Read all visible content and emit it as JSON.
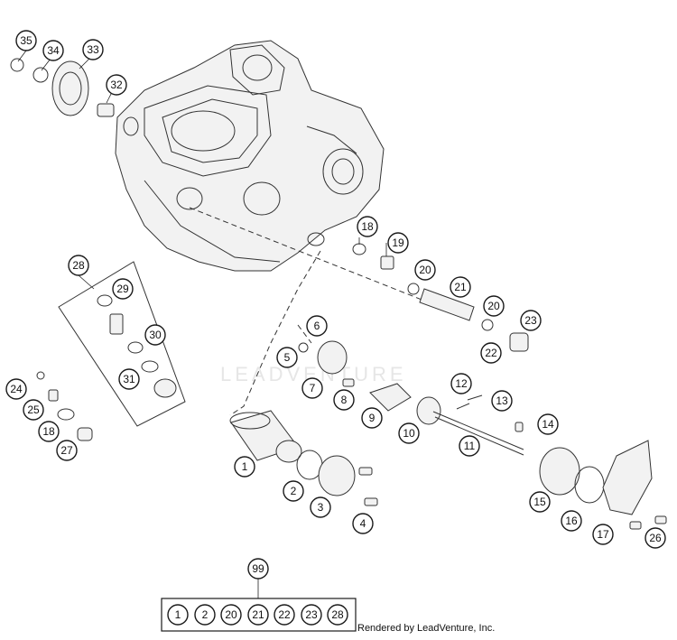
{
  "diagram": {
    "callouts": [
      "1",
      "2",
      "3",
      "4",
      "5",
      "6",
      "7",
      "8",
      "9",
      "10",
      "11",
      "12",
      "13",
      "14",
      "15",
      "16",
      "17",
      "18",
      "18",
      "19",
      "20",
      "20",
      "21",
      "22",
      "23",
      "24",
      "25",
      "26",
      "27",
      "28",
      "29",
      "30",
      "31",
      "32",
      "33",
      "34",
      "35",
      "99"
    ],
    "kit_contents": [
      "1",
      "2",
      "20",
      "21",
      "22",
      "23",
      "28"
    ],
    "watermark": "LEADVENTURE",
    "credit": "Rendered by LeadVenture, Inc."
  }
}
